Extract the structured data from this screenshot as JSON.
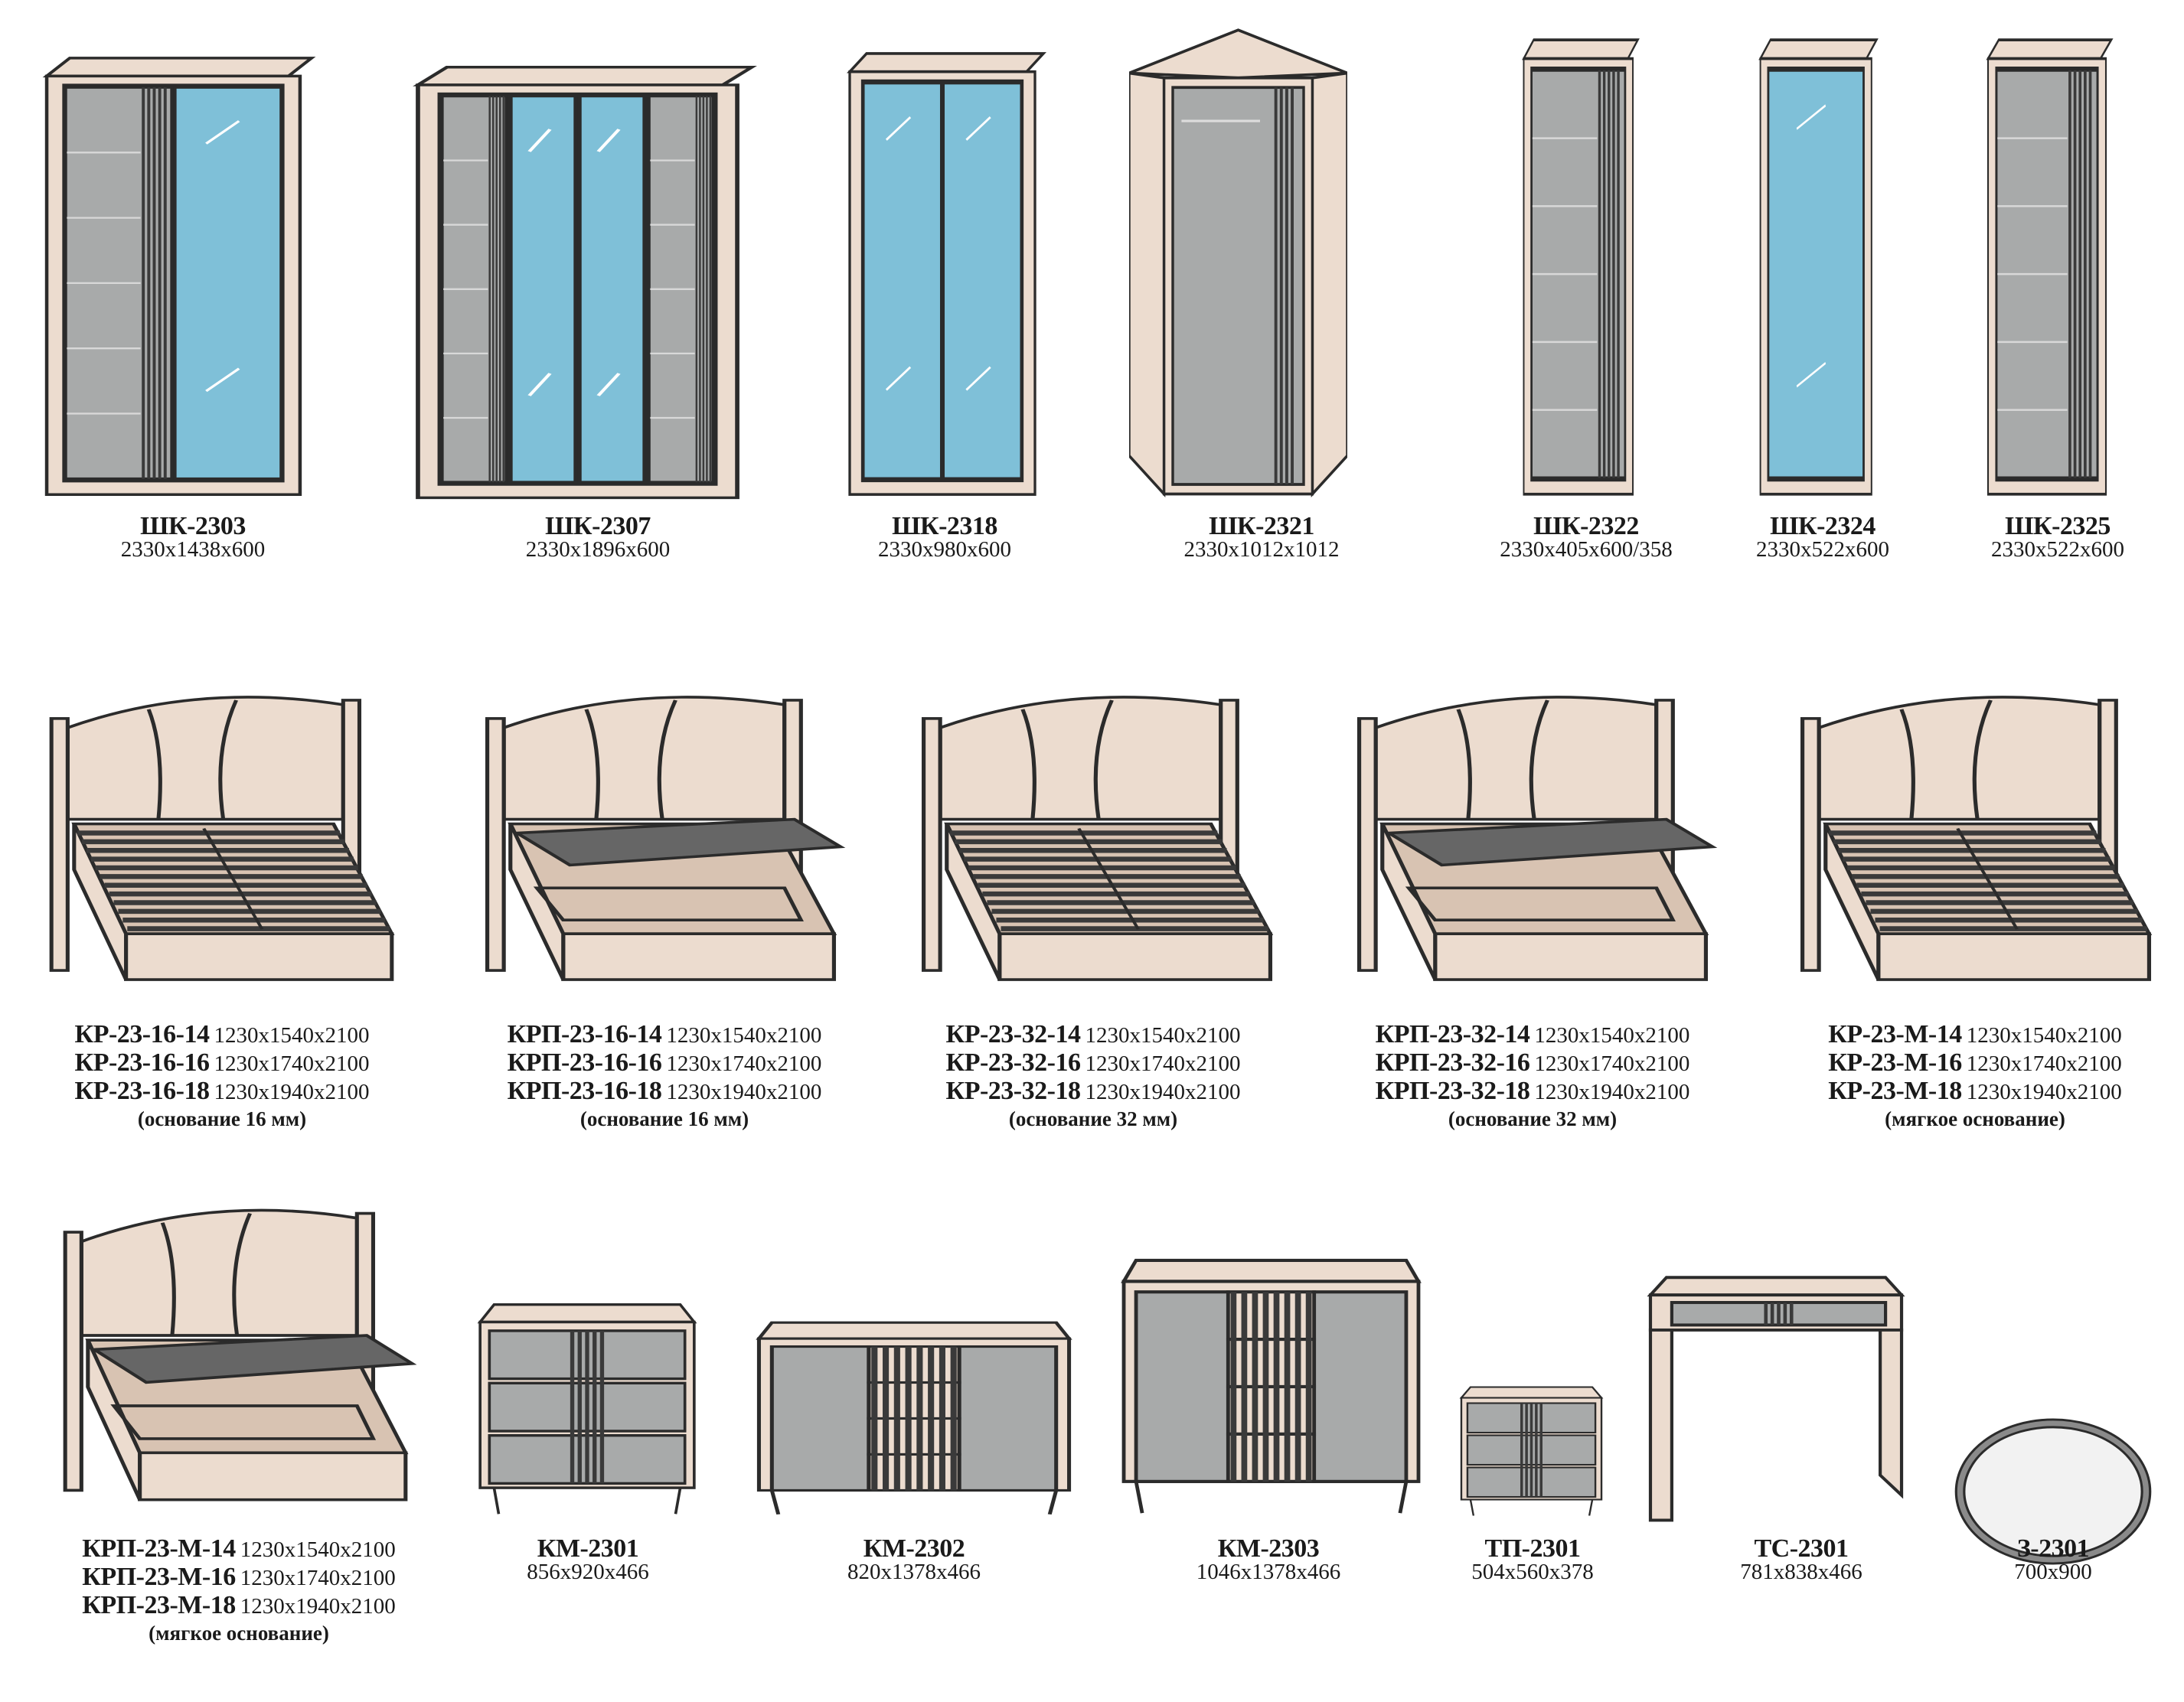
{
  "colors": {
    "body": "#ecdccf",
    "outline": "#2b2b2b",
    "glass": "#a8aaaa",
    "mirror": "#7fc0d8",
    "strip": "#3a3a3a"
  },
  "wardrobes": [
    {
      "name": "ШК-2303",
      "dims": "2330x1438x600"
    },
    {
      "name": "ШК-2307",
      "dims": "2330x1896x600"
    },
    {
      "name": "ШК-2318",
      "dims": "2330x980x600"
    },
    {
      "name": "ШК-2321",
      "dims": "2330x1012x1012"
    },
    {
      "name": "ШК-2322",
      "dims": "2330x405x600/358"
    },
    {
      "name": "ШК-2324",
      "dims": "2330x522x600"
    },
    {
      "name": "ШК-2325",
      "dims": "2330x522x600"
    }
  ],
  "beds": [
    {
      "variants": [
        {
          "code": "КР-23-16-14",
          "dims": "1230x1540x2100"
        },
        {
          "code": "КР-23-16-16",
          "dims": "1230x1740x2100"
        },
        {
          "code": "КР-23-16-18",
          "dims": "1230x1940x2100"
        }
      ],
      "note": "(основание 16 мм)"
    },
    {
      "variants": [
        {
          "code": "КРП-23-16-14",
          "dims": "1230x1540x2100"
        },
        {
          "code": "КРП-23-16-16",
          "dims": "1230x1740x2100"
        },
        {
          "code": "КРП-23-16-18",
          "dims": "1230x1940x2100"
        }
      ],
      "note": "(основание 16 мм)"
    },
    {
      "variants": [
        {
          "code": "КР-23-32-14",
          "dims": "1230x1540x2100"
        },
        {
          "code": "КР-23-32-16",
          "dims": "1230x1740x2100"
        },
        {
          "code": "КР-23-32-18",
          "dims": "1230x1940x2100"
        }
      ],
      "note": "(основание 32 мм)"
    },
    {
      "variants": [
        {
          "code": "КРП-23-32-14",
          "dims": "1230x1540x2100"
        },
        {
          "code": "КРП-23-32-16",
          "dims": "1230x1740x2100"
        },
        {
          "code": "КРП-23-32-18",
          "dims": "1230x1940x2100"
        }
      ],
      "note": "(основание 32 мм)"
    },
    {
      "variants": [
        {
          "code": "КР-23-М-14",
          "dims": "1230x1540x2100"
        },
        {
          "code": "КР-23-М-16",
          "dims": "1230x1740x2100"
        },
        {
          "code": "КР-23-М-18",
          "dims": "1230x1940x2100"
        }
      ],
      "note": "(мягкое основание)"
    },
    {
      "variants": [
        {
          "code": "КРП-23-М-14",
          "dims": "1230x1540x2100"
        },
        {
          "code": "КРП-23-М-16",
          "dims": "1230x1740x2100"
        },
        {
          "code": "КРП-23-М-18",
          "dims": "1230x1940x2100"
        }
      ],
      "note": "(мягкое основание)"
    }
  ],
  "others": [
    {
      "name": "КМ-2301",
      "dims": "856x920x466"
    },
    {
      "name": "КМ-2302",
      "dims": "820x1378x466"
    },
    {
      "name": "КМ-2303",
      "dims": "1046x1378x466"
    },
    {
      "name": "ТП-2301",
      "dims": "504x560x378"
    },
    {
      "name": "ТС-2301",
      "dims": "781x838x466"
    },
    {
      "name": "З-2301",
      "dims": "700x900"
    }
  ]
}
